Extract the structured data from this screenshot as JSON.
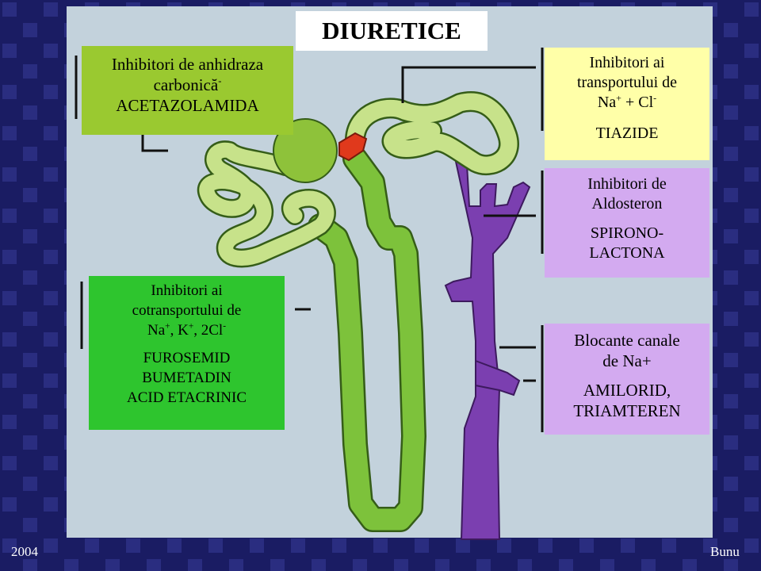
{
  "title": "DIURETICE",
  "carbonic": {
    "line1": "Inhibitori de anhidraza",
    "line2": "carbonică",
    "line2_sup": "-",
    "drug": "ACETAZOLAMIDA"
  },
  "loop": {
    "line1": "Inhibitori ai",
    "line2": "cotransportului de",
    "ion1": "Na",
    "ion1_sup": "+",
    "ion2": ", K",
    "ion2_sup": "+",
    "ion3": ", 2Cl",
    "ion3_sup": "-",
    "drug1": "FUROSEMID",
    "drug2": "BUMETADIN",
    "drug3": "ACID ETACRINIC"
  },
  "thiazide": {
    "line1": "Inhibitori ai",
    "line2": "transportului de",
    "ion1": "Na",
    "ion1_sup": "+",
    "ion2": " + Cl",
    "ion2_sup": "-",
    "drug": "TIAZIDE"
  },
  "aldosterone": {
    "line1": "Inhibitori de",
    "line2": "Aldosteron",
    "drug1": "SPIRONO-",
    "drug2": "LACTONA"
  },
  "enac": {
    "line1": "Blocante canale",
    "line2": "de Na+",
    "drug1": "AMILORID,",
    "drug2": "TRIAMTEREN"
  },
  "footer": {
    "year": "2004",
    "author": "Bunu"
  },
  "colors": {
    "background": "#1a1c63",
    "panel": "#c3d2dc",
    "proximal_tubule": "#c7e28a",
    "loop_tubule": "#7dc23b",
    "collecting_duct": "#7b3fb0",
    "glomerulus": "#8ec23a",
    "macula": "#e0391c"
  }
}
